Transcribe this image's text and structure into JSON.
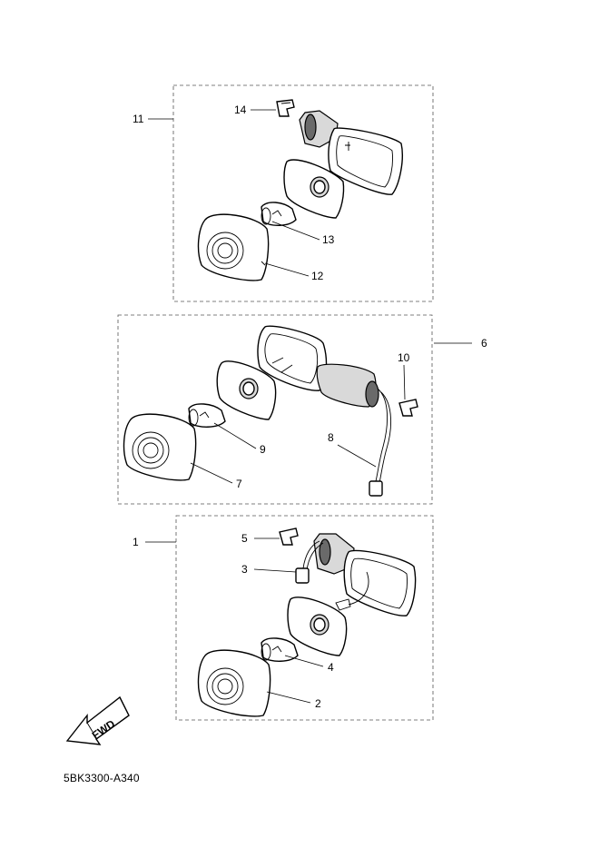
{
  "diagram_code": "5BK3300-A340",
  "fwd_label": "FWD",
  "callouts": {
    "c1": "1",
    "c2": "2",
    "c3": "3",
    "c4": "4",
    "c5": "5",
    "c6": "6",
    "c7": "7",
    "c8": "8",
    "c9": "9",
    "c10": "10",
    "c11": "11",
    "c12": "12",
    "c13": "13",
    "c14": "14"
  }
}
